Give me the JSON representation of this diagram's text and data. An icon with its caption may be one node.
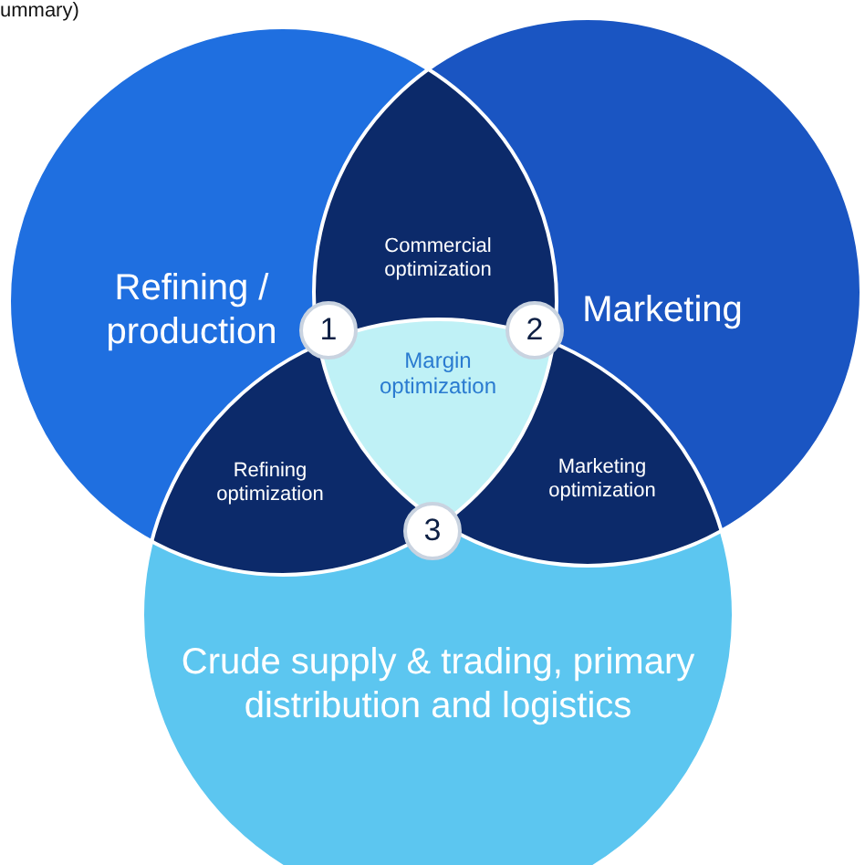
{
  "diagram": {
    "nodes": [
      {
        "text": [
          "Refining / production"
        ]
      },
      {
        "text": [
          "Marketing"
        ]
      },
      {
        "text": [
          "Crude supply & trading, primary distribution and logistics"
        ]
      },
      {
        "text": [
          "Commercial optimization"
        ]
      },
      {
        "text": [
          "Margin optimization"
        ]
      },
      {
        "text": [
          "Refining optimization"
        ]
      },
      {
        "text": [
          "Marketing optimization"
        ]
      },
      {
        "text": [
          "1"
        ]
      },
      {
        "text": [
          "2"
        ]
      },
      {
        "text": [
          "3"
        ]
      }
    ],
    "labels": [
      "ummary)"
    ]
  }
}
